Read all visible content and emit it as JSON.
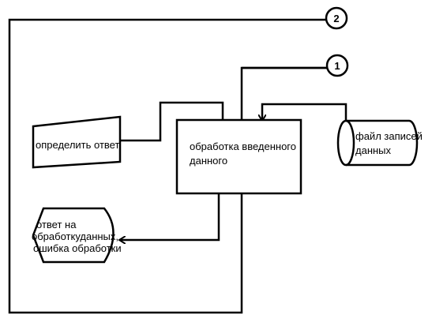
{
  "diagram": {
    "connector_1": "1",
    "connector_2": "2",
    "manual_input": {
      "label": "определить ответ"
    },
    "process": {
      "label_line1": "обработка введенного",
      "label_line2": "данного"
    },
    "storage": {
      "label_line1": "файл записей",
      "label_line2": "данных"
    },
    "display": {
      "label_line1": "ответ на",
      "label_line2": "обработкуданных,",
      "label_line3": "ошибка обработки"
    }
  },
  "colors": {
    "stroke": "#000000",
    "background": "#ffffff"
  }
}
